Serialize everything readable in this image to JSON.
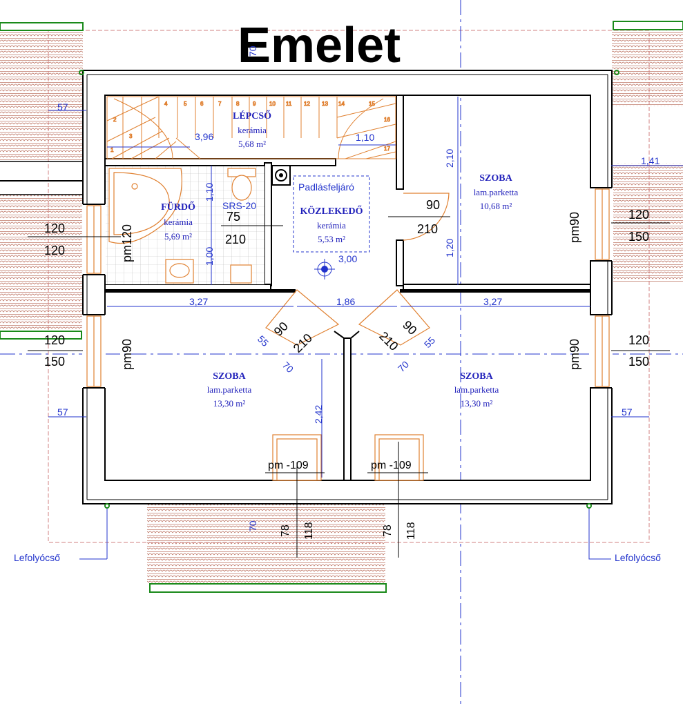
{
  "title": "Emelet",
  "rooms": [
    {
      "name": "LÉPCSŐ",
      "finish": "kerámia",
      "area": "5,68 m²"
    },
    {
      "name": "FÜRDŐ",
      "finish": "kerámia",
      "area": "5,69 m²"
    },
    {
      "name": "KÖZLEKEDŐ",
      "finish": "kerámia",
      "area": "5,53 m²"
    },
    {
      "name": "SZOBA",
      "finish": "lam.parketta",
      "area": "10,68 m²"
    },
    {
      "name": "SZOBA",
      "finish": "lam.parketta",
      "area": "13,30 m²"
    },
    {
      "name": "SZOBA",
      "finish": "lam.parketta",
      "area": "13,30 m²"
    }
  ],
  "labels": {
    "padlas": "Padlásfeljáró",
    "srs": "SRS-20",
    "lefolyo": "Lefolyócső"
  },
  "dims": {
    "d57": "57",
    "d396": "3,96",
    "d110s": "1,10",
    "d210v": "2,10",
    "d110v": "1,10",
    "d100v": "1,00",
    "d120v": "1,20",
    "d300": "3,00",
    "d327": "3,27",
    "d186": "1,86",
    "d242": "2,42",
    "d141": "1,41",
    "d70": "70",
    "d55": "55"
  },
  "openings": {
    "w120": "120",
    "w150": "150",
    "pm120": "pm120",
    "pm90": "pm90",
    "d90": "90",
    "d210": "210",
    "d75": "75",
    "pm109": "pm -109",
    "h78": "78",
    "h118": "118"
  },
  "colors": {
    "wall": "#000000",
    "wall_fill": "#ffffff",
    "roof": "#c08070",
    "fixture": "#e08030",
    "dimension": "#2233cc",
    "gutter": "#1a8a1a"
  }
}
